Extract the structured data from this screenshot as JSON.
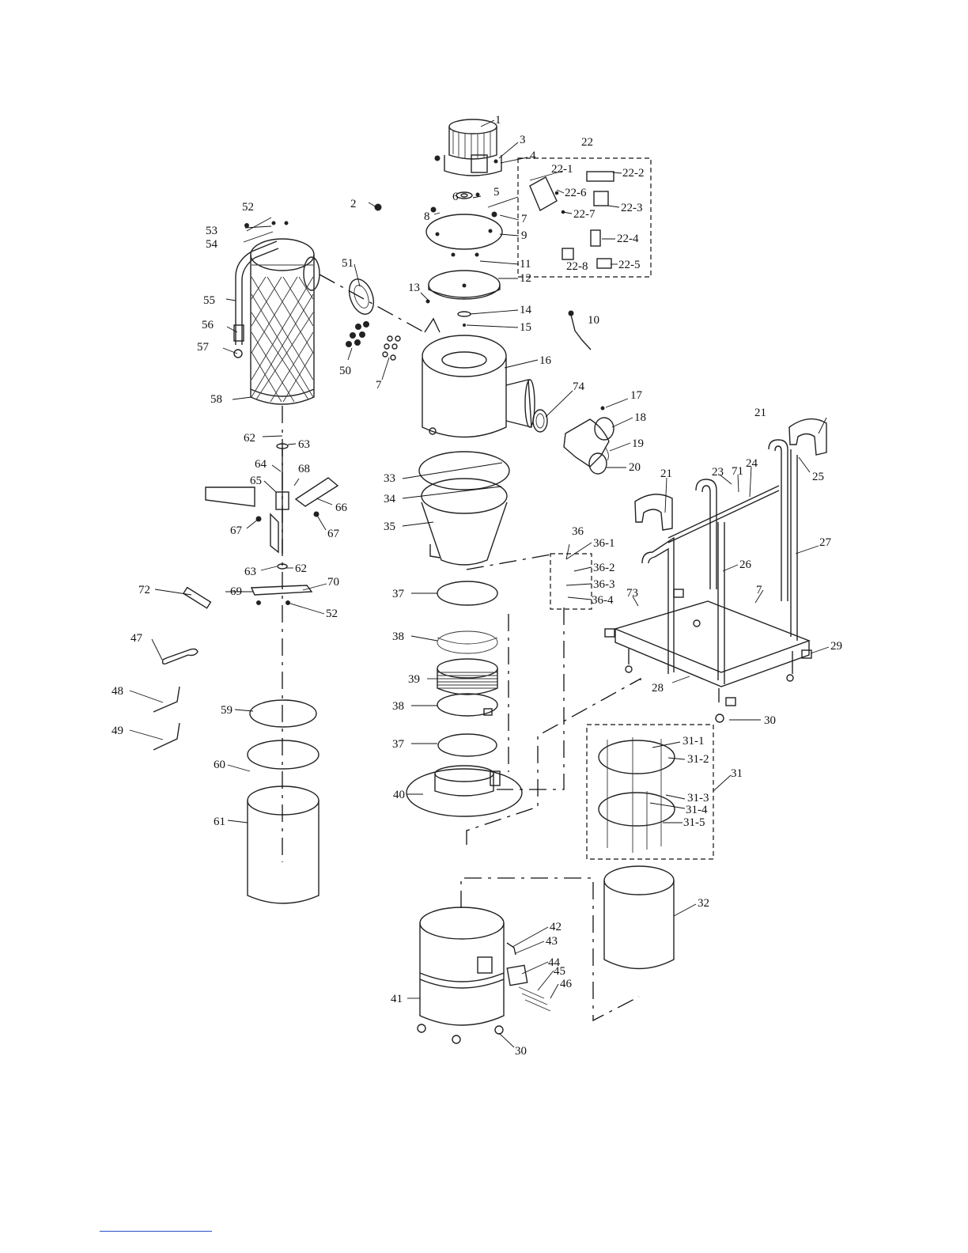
{
  "labels": [
    "1",
    "2",
    "3",
    "4",
    "5",
    "6",
    "7",
    "8",
    "9",
    "10",
    "11",
    "12",
    "13",
    "14",
    "15",
    "16",
    "17",
    "18",
    "19",
    "20",
    "21",
    "22",
    "22-1",
    "22-2",
    "22-3",
    "22-4",
    "22-5",
    "22-6",
    "22-7",
    "22-8",
    "23",
    "24",
    "25",
    "26",
    "27",
    "28",
    "29",
    "30",
    "31",
    "31-1",
    "31-2",
    "31-3",
    "31-4",
    "31-5",
    "32",
    "33",
    "34",
    "35",
    "36",
    "36-1",
    "36-2",
    "36-3",
    "36-4",
    "37",
    "38",
    "39",
    "40",
    "41",
    "42",
    "43",
    "44",
    "45",
    "46",
    "47",
    "48",
    "49",
    "50",
    "51",
    "52",
    "53",
    "54",
    "55",
    "56",
    "57",
    "58",
    "59",
    "60",
    "61",
    "62",
    "63",
    "64",
    "65",
    "66",
    "67",
    "68",
    "69",
    "70",
    "71",
    "72",
    "73",
    "74"
  ],
  "footer": {
    "link_color": "#2b4fc9"
  }
}
